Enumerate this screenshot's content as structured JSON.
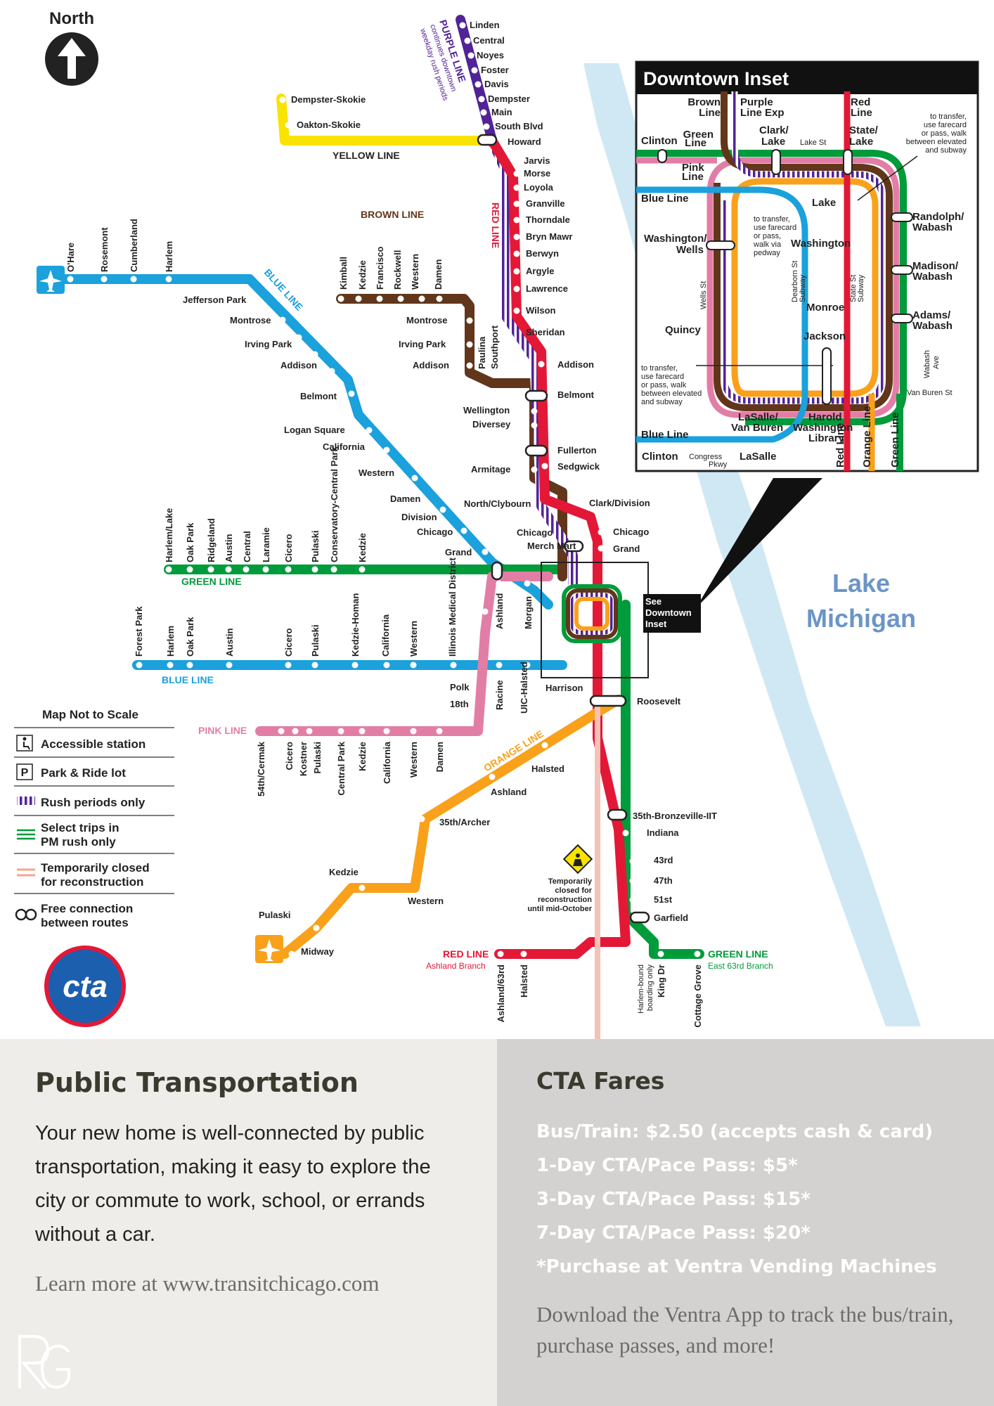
{
  "map": {
    "north_label": "North",
    "lake_label_1": "Lake",
    "lake_label_2": "Michigan",
    "cta_logo_text": "cta",
    "see_inset": [
      "See",
      "Downtown",
      "Inset"
    ],
    "temp_closed_note": [
      "Temporarily",
      "closed for",
      "reconstruction",
      "until mid-October"
    ],
    "line_labels": {
      "purple": "PURPLE LINE",
      "purple_note": [
        "continues downtown",
        "weekday rush periods"
      ],
      "yellow": "YELLOW LINE",
      "brown": "BROWN LINE",
      "red": "RED LINE",
      "blue": "BLUE LINE",
      "blue_south": "BLUE LINE",
      "green": "GREEN LINE",
      "pink": "PINK LINE",
      "orange": "ORANGE LINE",
      "red_ashland": "RED LINE",
      "red_ashland_sub": "Ashland Branch",
      "green_east": "GREEN LINE",
      "green_east_sub": "East 63rd Branch"
    },
    "stations": {
      "purple": [
        "Linden",
        "Central",
        "Noyes",
        "Foster",
        "Davis",
        "Dempster",
        "Main",
        "South Blvd"
      ],
      "yellow": [
        "Dempster-Skokie",
        "Oakton-Skokie"
      ],
      "red_north": [
        "Howard",
        "Jarvis",
        "Morse",
        "Loyola",
        "Granville",
        "Thorndale",
        "Bryn Mawr",
        "Berwyn",
        "Argyle",
        "Lawrence",
        "Wilson",
        "Sheridan",
        "Addison",
        "Belmont",
        "Fullerton",
        "Sedgwick",
        "Clark/Division",
        "Chicago",
        "Grand"
      ],
      "brown_west": [
        "Kimball",
        "Kedzie",
        "Francisco",
        "Rockwell",
        "Western",
        "Damen"
      ],
      "brown_mid": [
        "Montrose",
        "Irving Park",
        "Addison",
        "Paulina",
        "Southport",
        "Wellington",
        "Diversey",
        "Armitage",
        "Chicago",
        "Merch Mart"
      ],
      "blue_ohare": [
        "O'Hare",
        "Rosemont",
        "Cumberland",
        "Harlem"
      ],
      "blue_nw": [
        "Jefferson Park",
        "Montrose",
        "Irving Park",
        "Addison",
        "Belmont",
        "Logan Square",
        "California",
        "Western",
        "Damen",
        "Division",
        "Chicago",
        "Grand"
      ],
      "green_west": [
        "Harlem/Lake",
        "Oak Park",
        "Ridgeland",
        "Austin",
        "Central",
        "Laramie",
        "Cicero",
        "Pulaski",
        "Conservatory-Central Park",
        "Kedzie"
      ],
      "blue_west": [
        "Forest Park",
        "Harlem",
        "Oak Park",
        "Austin",
        "Cicero",
        "Pulaski",
        "Kedzie-Homan",
        "California",
        "Western",
        "Illinois Medical District",
        "Racine",
        "UIC-Halsted"
      ],
      "pink": [
        "Ashland",
        "Morgan",
        "Polk",
        "18th",
        "54th/Cermak",
        "Cicero",
        "Kostner",
        "Pulaski",
        "Central Park",
        "Kedzie",
        "California",
        "Western",
        "Damen"
      ],
      "misc": [
        "North/Clybourn",
        "Harrison",
        "Roosevelt"
      ],
      "orange": [
        "Halsted",
        "Ashland",
        "35th/Archer",
        "Kedzie",
        "Western",
        "Pulaski",
        "Midway"
      ],
      "south": [
        "35th-Bronzeville-IIT",
        "Indiana",
        "43rd",
        "47th",
        "51st",
        "Garfield"
      ],
      "south_bottom": [
        "Ashland/63rd",
        "Halsted",
        "King Dr",
        "Cottage Grove"
      ],
      "king_dr_note": [
        "Harlem-bound",
        "boarding only"
      ]
    },
    "legend": {
      "not_to_scale": "Map Not to Scale",
      "items": [
        "Accessible station",
        "Park & Ride lot",
        "Rush periods only",
        "Select trips in",
        "PM rush only",
        "Temporarily closed",
        "for reconstruction",
        "Free connection",
        "between routes"
      ]
    },
    "inset": {
      "title": "Downtown Inset",
      "line_tags": [
        "Brown",
        "Line",
        "Purple",
        "Line Exp",
        "Red",
        "Line",
        "Green",
        "Line",
        "Pink",
        "Line",
        "Blue Line",
        "Blue Line",
        "Orange Line",
        "Green Line",
        "Red Line"
      ],
      "stations": [
        "Clinton",
        "Clark/",
        "Lake",
        "Lake St",
        "State/",
        "Lake",
        "Lake",
        "Washington/",
        "Wells",
        "Washington",
        "Randolph/",
        "Wabash",
        "Madison/",
        "Wabash",
        "Monroe",
        "Adams/",
        "Wabash",
        "Quincy",
        "Jackson",
        "Van Buren St",
        "LaSalle/",
        "Van Buren",
        "Harold",
        "Washington",
        "Library",
        "Clinton",
        "Congress",
        "Pkwy",
        "LaSalle",
        "Wells St",
        "Dearborn St",
        "Subway",
        "State St",
        "Subway",
        "Wabash",
        "Ave"
      ],
      "notes": {
        "transfer_right": [
          "to transfer,",
          "use farecard",
          "or pass, walk",
          "between elevated",
          "and subway"
        ],
        "transfer_mid": [
          "to transfer,",
          "use farecard",
          "or pass,",
          "walk via",
          "pedway"
        ],
        "transfer_left": [
          "to transfer,",
          "use farecard",
          "or pass, walk",
          "between elevated",
          "and subway"
        ]
      }
    }
  },
  "colors": {
    "red": "#e31837",
    "blue": "#1ba1dc",
    "brown": "#62361b",
    "green": "#009b3a",
    "orange": "#f9a11b",
    "pink": "#e27ea6",
    "purple": "#522398",
    "yellow": "#f9e300",
    "lake": "#cfe8f4",
    "panel_left": "#efedea",
    "panel_right": "#d3d2d0"
  },
  "icons": [
    "north-arrow-icon",
    "airport-icon",
    "accessible-icon",
    "park-ride-icon",
    "warning-sign-icon",
    "rg-logo-icon",
    "cta-logo-icon"
  ],
  "transport": {
    "title": "Public Transportation",
    "body": "Your new home is well-connected by public transportation, making it easy to explore the city or commute to work, school, or errands without a car.",
    "learn_more": "Learn more at www.transitchicago.com"
  },
  "fares": {
    "title": "CTA Fares",
    "items": [
      "Bus/Train: $2.50 (accepts cash & card)",
      "1-Day CTA/Pace Pass: $5*",
      "3-Day CTA/Pace Pass: $15*",
      "7-Day CTA/Pace Pass: $20*",
      "*Purchase at Ventra Vending Machines"
    ],
    "ventra_note": "Download the Ventra App to track the bus/train, purchase passes, and more!"
  }
}
